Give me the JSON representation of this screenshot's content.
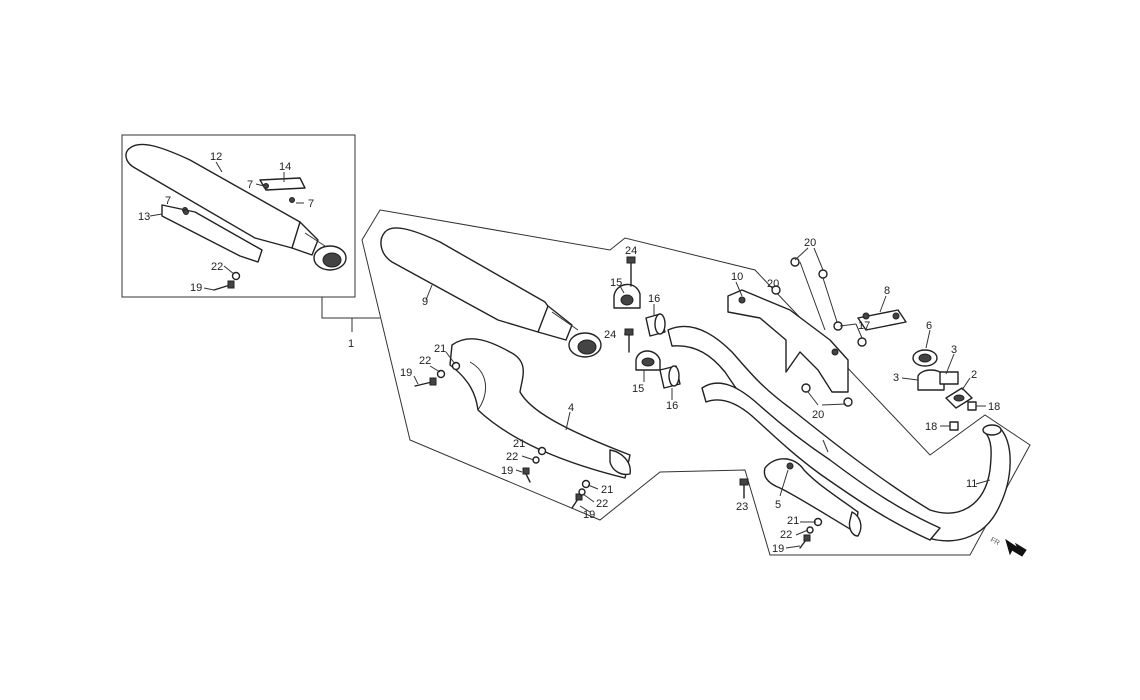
{
  "labels": {
    "l1": "1",
    "l2": "2",
    "l3a": "3",
    "l3b": "3",
    "l4": "4",
    "l5": "5",
    "l6": "6",
    "l7a": "7",
    "l7b": "7",
    "l7c": "7",
    "l8": "8",
    "l9": "9",
    "l10": "10",
    "l11": "11",
    "l12": "12",
    "l13": "13",
    "l14": "14",
    "l15a": "15",
    "l15b": "15",
    "l16a": "16",
    "l16b": "16",
    "l17": "17",
    "l18a": "18",
    "l18b": "18",
    "l19a": "19",
    "l19b": "19",
    "l19c": "19",
    "l19d": "19",
    "l19e": "19",
    "l20a": "20",
    "l20b": "20",
    "l20c": "20",
    "l21a": "21",
    "l21b": "21",
    "l21c": "21",
    "l21d": "21",
    "l22a": "22",
    "l22b": "22",
    "l22c": "22",
    "l22d": "22",
    "l22e": "22",
    "l23": "23",
    "l24a": "24",
    "l24b": "24"
  },
  "direction": {
    "text": "FR"
  }
}
